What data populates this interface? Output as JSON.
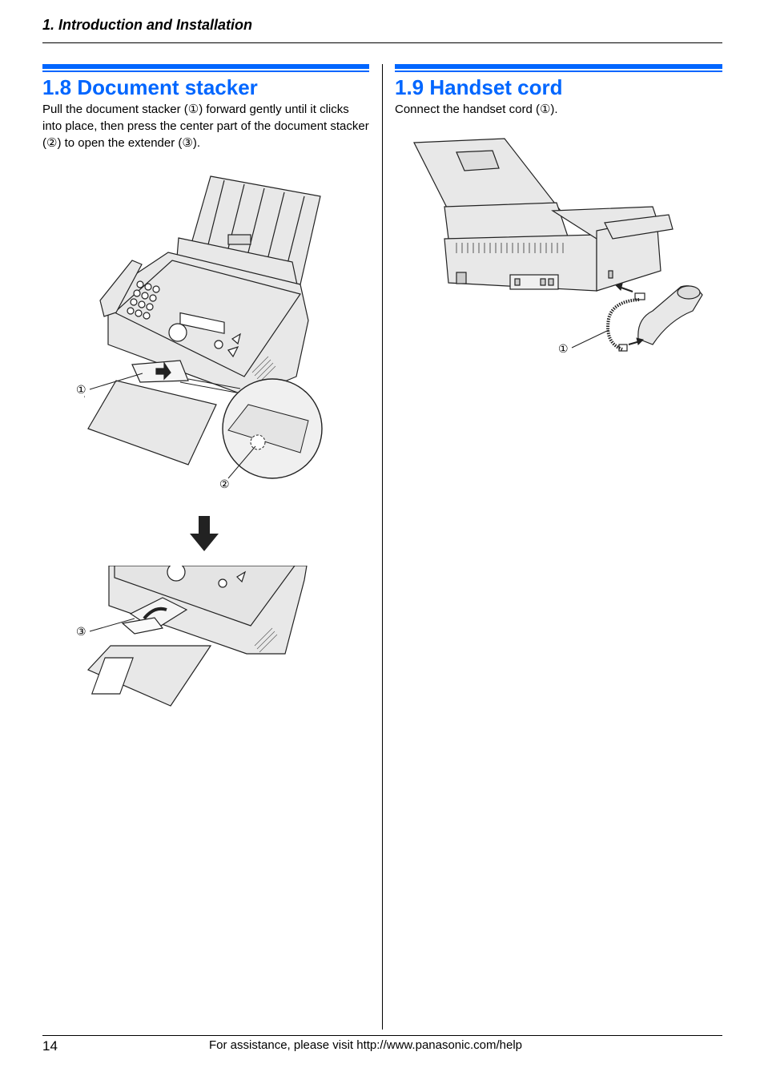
{
  "header": {
    "chapter": "1. Introduction and Installation"
  },
  "sections": [
    {
      "title": "1.8 Document stacker",
      "body": "Pull the document stacker (①) forward gently until it clicks into place, then press the center part of the document stacker (②) to open the extender (③).",
      "figures": [
        {
          "description": "fax machine with document stacker being pulled forward",
          "callouts": [
            "①",
            "②"
          ]
        },
        {
          "description": "down arrow between steps"
        },
        {
          "description": "document stacker extender opened",
          "callouts": [
            "③"
          ]
        }
      ]
    },
    {
      "title": "1.9 Handset cord",
      "body": "Connect the handset cord (①).",
      "figures": [
        {
          "description": "rear view of fax machine with handset and coiled cord",
          "callouts": [
            "①"
          ]
        }
      ]
    }
  ],
  "footer": {
    "page_number": "14",
    "text": "For assistance, please visit http://www.panasonic.com/help"
  },
  "colors": {
    "accent": "#0066ff",
    "text": "#000000"
  }
}
